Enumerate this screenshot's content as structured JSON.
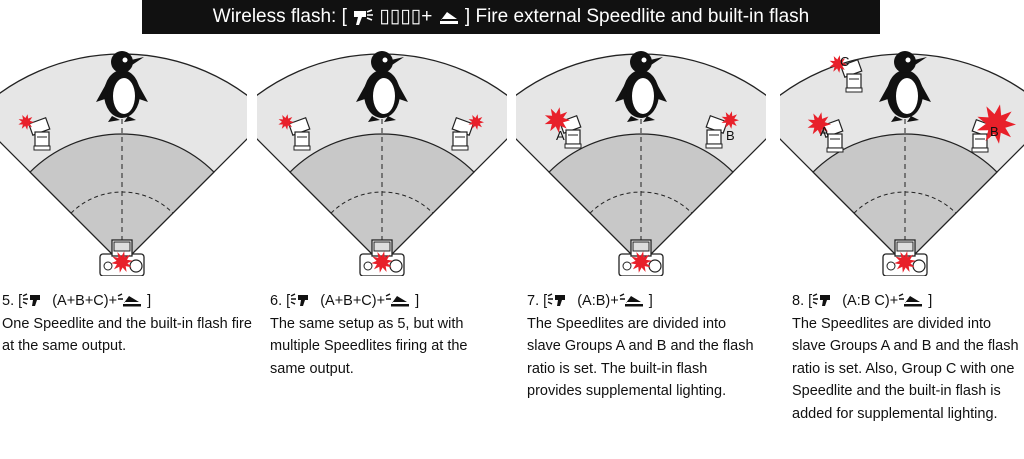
{
  "title": {
    "prefix": "Wireless flash: [",
    "placeholder": "▯▯▯▯",
    "plus": "+",
    "suffix": "] Fire external Speedlite and built-in flash"
  },
  "panels": [
    {
      "num": "5. [",
      "mode": "(A+B+C)+",
      "close": "]",
      "text": "One Speedlite and the built-in flash fire at the same output.",
      "labels": []
    },
    {
      "num": "6. [",
      "mode": "(A+B+C)+",
      "close": "]",
      "text": "The same setup as 5, but with multiple Speedlites firing at the same output.",
      "labels": []
    },
    {
      "num": "7. [",
      "mode": "(A:B)+",
      "close": "]",
      "text": "The Speedlites are divided into slave Groups A and B and the flash ratio is set. The built-in flash provides supplemental lighting.",
      "labels": [
        "A",
        "B"
      ]
    },
    {
      "num": "8. [",
      "mode": "(A:B C)+",
      "close": "]",
      "text": "The Speedlites are divided into slave Groups A and B and the flash ratio is set. Also, Group C with one Speedlite and the built-in flash is added for supplemental lighting.",
      "labels": [
        "A",
        "B",
        "C"
      ]
    }
  ],
  "colors": {
    "fan_outer": "#e6e6e6",
    "fan_inner": "#c8c8c8",
    "flash_burst": "#e8202a",
    "banner": "#111111"
  },
  "icons": [
    "speedlite-icon",
    "builtin-flash-icon",
    "penguin-icon",
    "camera-icon"
  ]
}
